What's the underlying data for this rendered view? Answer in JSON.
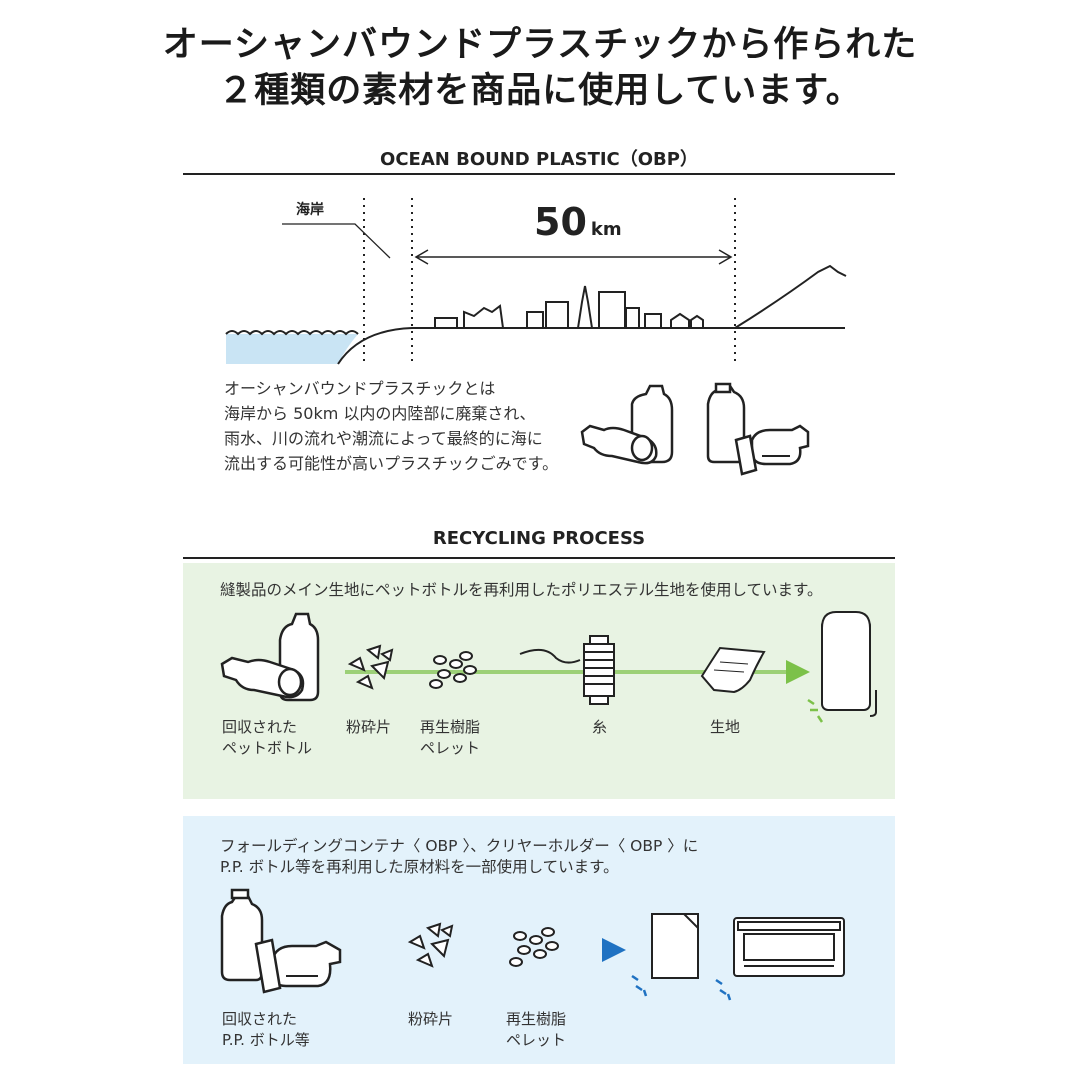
{
  "header": {
    "title_line1": "オーシャンバウンドプラスチックから作られた",
    "title_line2": "２種類の素材を商品に使用しています。"
  },
  "obp_section": {
    "heading": "OCEAN BOUND PLASTIC（OBP）",
    "coast_label": "海岸",
    "distance_value": "50",
    "distance_unit": "km",
    "description": [
      "オーシャンバウンドプラスチックとは",
      "海岸から 50km 以内の内陸部に廃棄され、",
      "雨水、川の流れや潮流によって最終的に海に",
      "流出する可能性が高いプラスチックごみです。"
    ]
  },
  "recycling_section": {
    "heading": "RECYCLING PROCESS",
    "green_panel": {
      "description": "縫製品のメイン生地にペットボトルを再利用したポリエステル生地を使用しています。",
      "steps": [
        {
          "line1": "回収された",
          "line2": "ペットボトル"
        },
        {
          "line1": "粉砕片",
          "line2": ""
        },
        {
          "line1": "再生樹脂",
          "line2": "ペレット"
        },
        {
          "line1": "糸",
          "line2": ""
        },
        {
          "line1": "生地",
          "line2": ""
        }
      ]
    },
    "blue_panel": {
      "description_line1": "フォールディングコンテナ〈 OBP 〉、クリヤーホルダー〈 OBP 〉に",
      "description_line2": "P.P. ボトル等を再利用した原材料を一部使用しています。",
      "steps": [
        {
          "line1": "回収された",
          "line2": "P.P. ボトル等"
        },
        {
          "line1": "粉砕片",
          "line2": ""
        },
        {
          "line1": "再生樹脂",
          "line2": "ペレット"
        }
      ]
    }
  },
  "colors": {
    "green_bg": "#e8f3e3",
    "green_arrow": "#7cc149",
    "blue_bg": "#e3f2fb",
    "blue_arrow": "#1f72c2",
    "water": "#c9e4f4"
  }
}
